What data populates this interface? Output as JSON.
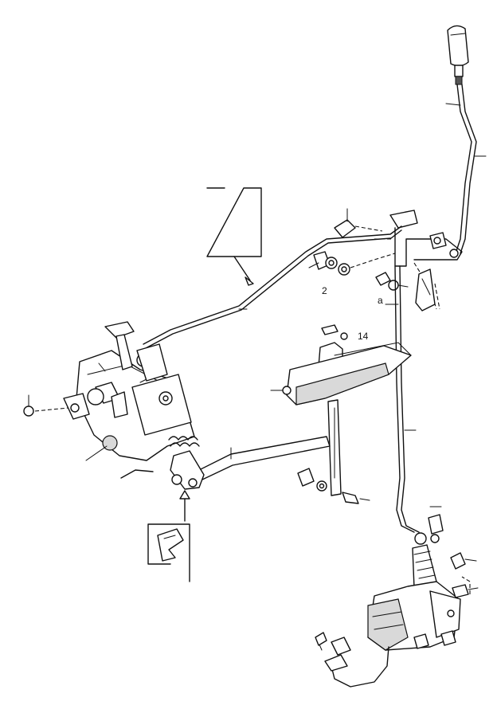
{
  "callouts": {
    "label_14": "14",
    "label_2": "2",
    "label_a": "a"
  }
}
